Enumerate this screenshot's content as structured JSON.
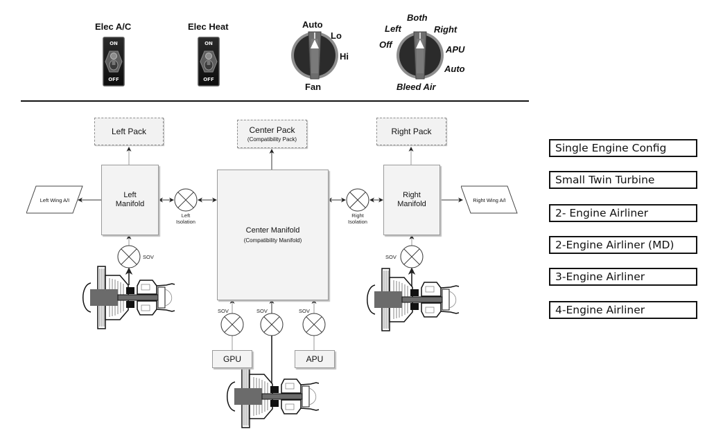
{
  "controls": {
    "elec_ac": {
      "label": "Elec A/C",
      "on_label": "ON",
      "off_label": "OFF",
      "state": "off"
    },
    "elec_heat": {
      "label": "Elec Heat",
      "on_label": "ON",
      "off_label": "OFF",
      "state": "off"
    },
    "fan": {
      "label": "Fan",
      "positions": [
        "Auto",
        "Lo",
        "Hi"
      ],
      "selected": "Auto"
    },
    "bleed_air": {
      "label": "Bleed Air",
      "positions": [
        "Off",
        "Left",
        "Both",
        "Right",
        "APU",
        "Auto"
      ],
      "selected": "Both"
    }
  },
  "diagram": {
    "left_pack": "Left Pack",
    "center_pack": "Center Pack",
    "center_pack_sub": "(Compatibility Pack)",
    "right_pack": "Right Pack",
    "left_manifold_line1": "Left",
    "left_manifold_line2": "Manifold",
    "center_manifold": "Center Manifold",
    "center_manifold_sub": "(Compatibility Manifold)",
    "right_manifold_line1": "Right",
    "right_manifold_line2": "Manifold",
    "left_wing": "Left Wing A/I",
    "right_wing": "Right Wing A/I",
    "left_isolation_line1": "Left",
    "left_isolation_line2": "Isolation",
    "right_isolation_line1": "Right",
    "right_isolation_line2": "Isolation",
    "sov": "SOV",
    "gpu": "GPU",
    "apu": "APU"
  },
  "configs": [
    "Single Engine Config",
    "Small Twin Turbine",
    "2- Engine Airliner",
    "2-Engine Airliner (MD)",
    "3-Engine Airliner",
    "4-Engine Airliner"
  ]
}
